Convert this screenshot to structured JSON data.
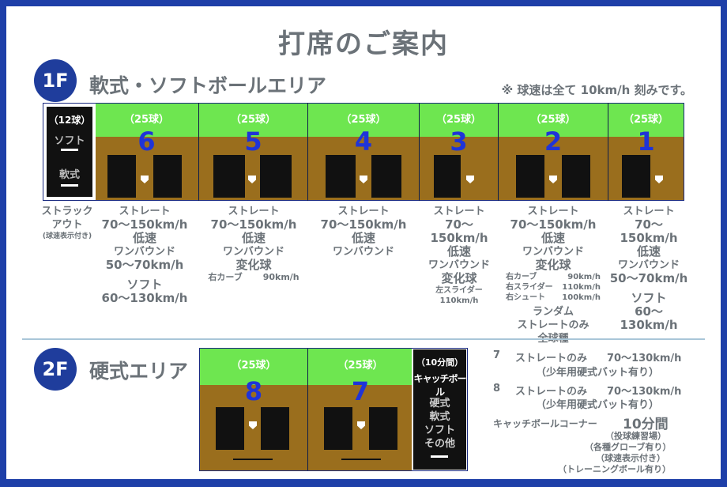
{
  "title": "打席のご案内",
  "floors": {
    "f1": {
      "badge": "1F",
      "area": "軟式・ソフトボールエリア"
    },
    "f2": {
      "badge": "2F",
      "area": "硬式エリア"
    }
  },
  "note": "※ 球速は全て 10km/h 刻みです。",
  "strike_panel": {
    "count": "（12球）",
    "soft": "ソフト",
    "rubber": "軟式",
    "label_line1": "ストラック",
    "label_line2": "アウト",
    "label_line3": "(球速表示付き)"
  },
  "cages_1f": [
    {
      "count": "（25球）",
      "number": "6"
    },
    {
      "count": "（25球）",
      "number": "5"
    },
    {
      "count": "（25球）",
      "number": "4"
    },
    {
      "count": "（25球）",
      "number": "3"
    },
    {
      "count": "（25球）",
      "number": "2"
    },
    {
      "count": "（25球）",
      "number": "1"
    }
  ],
  "info_1f": {
    "c6": {
      "a": "ストレート",
      "b": "70〜150km/h",
      "c": "低速",
      "d": "ワンバウンド",
      "e": "50〜70km/h",
      "f": "ソフト",
      "g": "60〜130km/h"
    },
    "c5": {
      "a": "ストレート",
      "b": "70〜150km/h",
      "c": "低速",
      "d": "ワンバウンド",
      "e": "変化球",
      "f": "右カーブ",
      "g": "90km/h"
    },
    "c4": {
      "a": "ストレート",
      "b": "70〜150km/h",
      "c": "低速",
      "d": "ワンバウンド"
    },
    "c3": {
      "a": "ストレート",
      "b": "70〜150km/h",
      "c": "低速",
      "d": "ワンバウンド",
      "e": "変化球",
      "f": "左スライダー 110km/h"
    },
    "c2": {
      "a": "ストレート",
      "b": "70〜150km/h",
      "c": "低速",
      "d": "ワンバウンド",
      "e": "変化球",
      "r1a": "右カーブ",
      "r1b": "90km/h",
      "r2a": "右スライダー",
      "r2b": "110km/h",
      "r3a": "右シュート",
      "r3b": "100km/h",
      "f": "ランダム",
      "g": "ストレートのみ",
      "h": "全球種"
    },
    "c1": {
      "a": "ストレート",
      "b": "70〜150km/h",
      "c": "低速",
      "d": "ワンバウンド",
      "e": "50〜70km/h",
      "f": "ソフト",
      "g": "60〜130km/h"
    }
  },
  "cages_2f": [
    {
      "count": "（25球）",
      "number": "8"
    },
    {
      "count": "（25球）",
      "number": "7"
    }
  ],
  "catch_panel": {
    "time": "（10分間）",
    "label": "キャッチボール",
    "l1": "硬式",
    "l2": "軟式",
    "l3": "ソフト",
    "l4": "その他"
  },
  "info_2f": {
    "r7_num": "7",
    "r7_type": "ストレートのみ",
    "r7_speed": "70〜130km/h",
    "r7_note": "（少年用硬式バット有り）",
    "r8_num": "8",
    "r8_type": "ストレートのみ",
    "r8_speed": "70〜130km/h",
    "r8_note": "（少年用硬式バット有り）",
    "cb_title": "キャッチボールコーナー",
    "cb_time": "10分間",
    "cb_n1": "（投球練習場）",
    "cb_n2": "（各種グローブ有り）",
    "cb_n3": "（球速表示付き）",
    "cb_n4": "（トレーニングボール有り）"
  },
  "colors": {
    "border": "#1e3fa8",
    "badge": "#1f3d9c",
    "grass": "#6ee650",
    "dirt": "#9a6e1d",
    "number": "#1f34d8",
    "text": "#6b7278"
  }
}
